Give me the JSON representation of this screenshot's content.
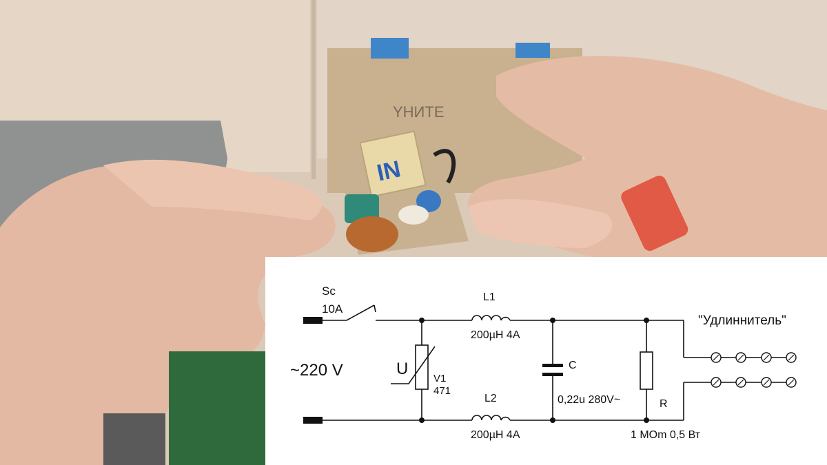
{
  "schematic": {
    "switch_label": "Sc",
    "switch_rating": "10A",
    "input_voltage": "~220 V",
    "varistor_symbol": "U",
    "varistor_ref": "V1",
    "varistor_code": "471",
    "inductor1_ref": "L1",
    "inductor1_value": "200µH 4A",
    "inductor2_ref": "L2",
    "inductor2_value": "200µH 4A",
    "capacitor_ref": "C",
    "capacitor_value": "0,22u 280V~",
    "resistor_ref": "R",
    "resistor_value": "1 MOm 0,5 Вт",
    "output_label": "\"Удлиннитель\""
  },
  "photo": {
    "board_marking": "IN"
  }
}
